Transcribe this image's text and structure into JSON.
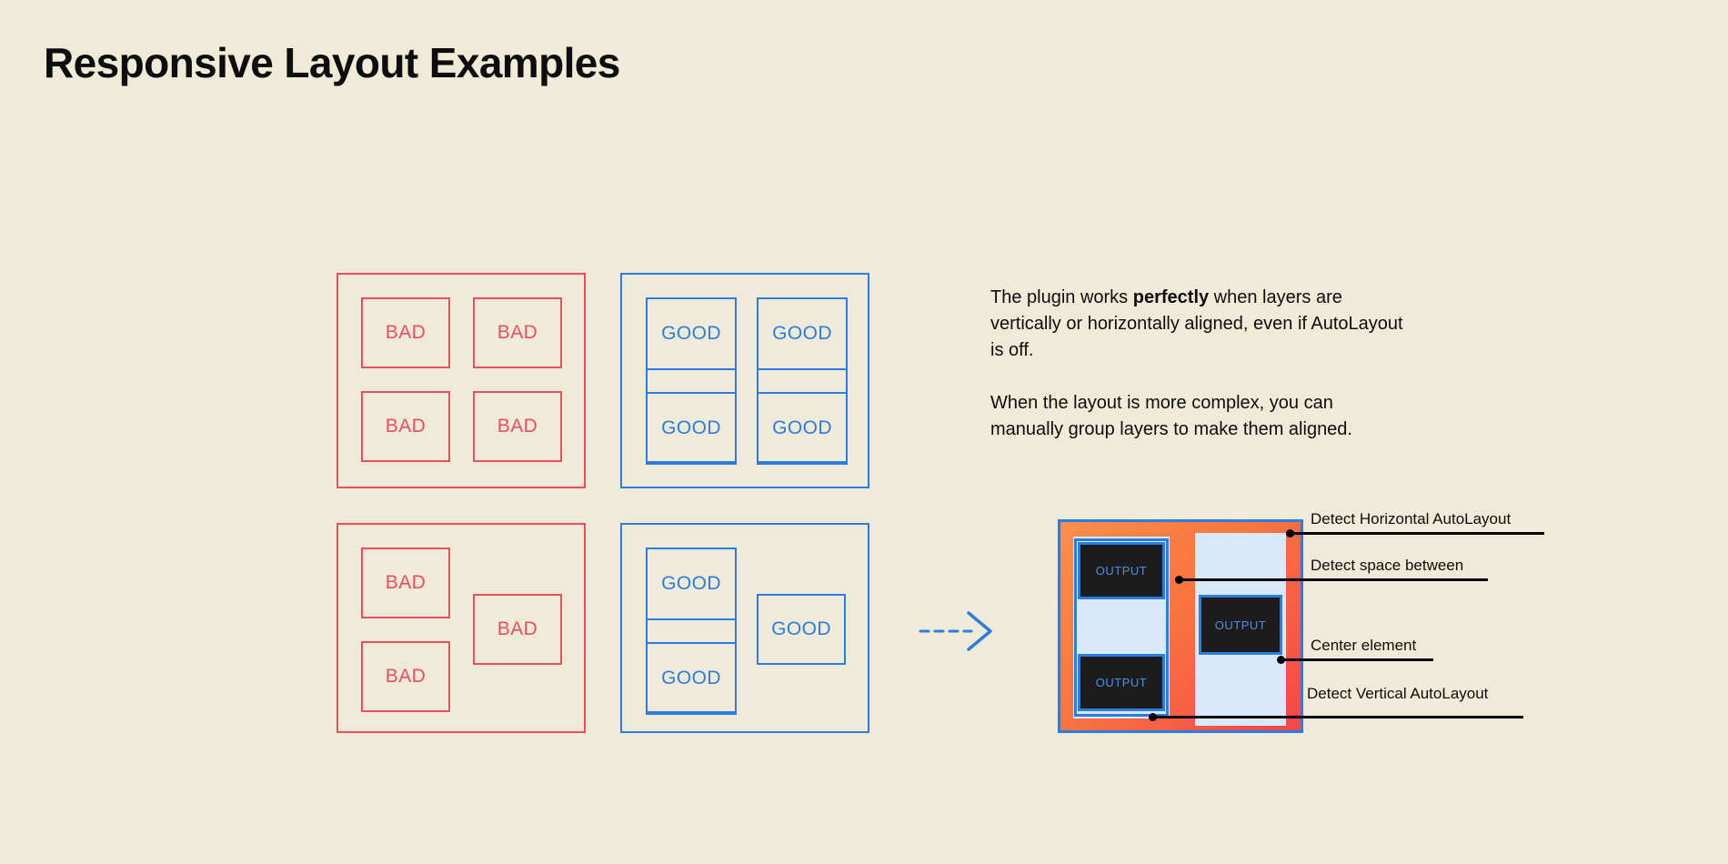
{
  "page": {
    "title": "Responsive Layout Examples",
    "background_color": "#f0ead9"
  },
  "colors": {
    "bad": "#ee4d5f",
    "good": "#2a7de1",
    "output_bg_start": "#fb8f4a",
    "output_bg_end": "#f5464a",
    "output_panel": "#d7e9fb",
    "output_box": "#1c1c1c",
    "output_box_text": "#4b8fe3",
    "text": "#0d0d0d"
  },
  "examples": {
    "bad_label": "BAD",
    "good_label": "GOOD",
    "panels": [
      {
        "name": "bad-grid-aligned",
        "kind": "bad",
        "cells": [
          "BAD",
          "BAD",
          "BAD",
          "BAD"
        ]
      },
      {
        "name": "good-grid-aligned",
        "kind": "good",
        "cells": [
          "GOOD",
          "GOOD",
          "GOOD",
          "GOOD"
        ]
      },
      {
        "name": "bad-grid-complex",
        "kind": "bad",
        "cells": [
          "BAD",
          "BAD",
          "BAD"
        ]
      },
      {
        "name": "good-grid-complex",
        "kind": "good",
        "cells": [
          "GOOD",
          "GOOD",
          "GOOD"
        ]
      }
    ]
  },
  "description": {
    "paragraph1_part1": "The plugin works ",
    "paragraph1_bold": "perfectly",
    "paragraph1_part2": " when layers are vertically or horizontally aligned, even if AutoLayout is off.",
    "paragraph2": "When the layout is more complex, you can manually group layers to make them aligned."
  },
  "output_diagram": {
    "box_label": "OUTPUT",
    "boxes": [
      "OUTPUT",
      "OUTPUT",
      "OUTPUT"
    ]
  },
  "annotations": [
    {
      "id": "detect-horizontal-autolayout",
      "label": "Detect Horizontal AutoLayout"
    },
    {
      "id": "detect-space-between",
      "label": "Detect space between"
    },
    {
      "id": "center-element",
      "label": "Center element"
    },
    {
      "id": "detect-vertical-autolayout",
      "label": "Detect Vertical AutoLayout"
    }
  ]
}
